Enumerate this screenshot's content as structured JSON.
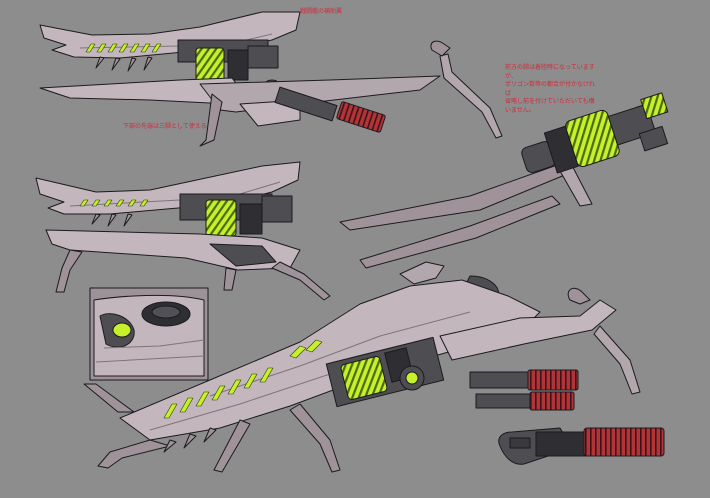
{
  "sheet": {
    "background": "#8d8d8d",
    "palette": {
      "hull": "#c3b7bd",
      "hull_shadow": "#9f9399",
      "hull_dark": "#7f7479",
      "mech": "#4e4e52",
      "mech_dark": "#2f2f33",
      "glow": "#c6f02a",
      "cannon_red": "#b33438",
      "line": "#1b1b1f",
      "note_red": "#d42a3a"
    },
    "views": [
      {
        "name": "side-view-top",
        "subject": "spaceship"
      },
      {
        "name": "side-view-middle",
        "subject": "spaceship"
      },
      {
        "name": "cannon-detail",
        "subject": "glowing cannon"
      },
      {
        "name": "cockpit-inset",
        "subject": "cockpit close-up"
      },
      {
        "name": "perspective-view",
        "subject": "spaceship"
      },
      {
        "name": "red-cannon-detail",
        "subject": "red-banded cannon"
      }
    ]
  },
  "annotations": {
    "top": "戦闘艦の補助翼",
    "middle": "下部の先端は三脚として使える",
    "right": "前方の脚は着陸時になっていますが、\nポリゴン数等の都合が付かなければ\n省略し前を付けていただいても構いません。"
  }
}
